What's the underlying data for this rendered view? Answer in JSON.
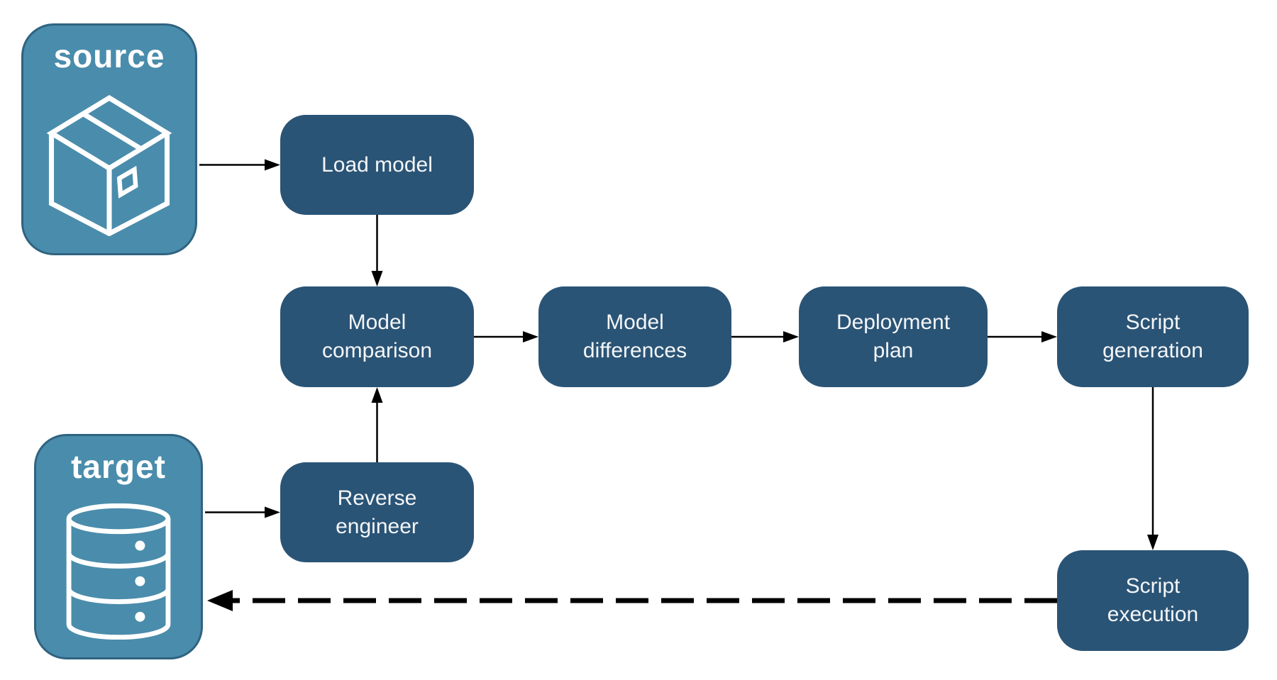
{
  "diagram": {
    "background": "#ffffff",
    "colors": {
      "container_fill": "#4A8CAB",
      "container_border": "#2F6380",
      "step_fill": "#2A5476",
      "label_text": "#ffffff",
      "arrow": "#000000"
    },
    "containers": [
      {
        "id": "source",
        "label": "source",
        "icon": "package-icon"
      },
      {
        "id": "target",
        "label": "target",
        "icon": "database-icon"
      }
    ],
    "steps": [
      {
        "id": "load-model",
        "label": "Load model"
      },
      {
        "id": "model-comparison",
        "label": "Model\ncomparison"
      },
      {
        "id": "model-differences",
        "label": "Model\ndifferences"
      },
      {
        "id": "deployment-plan",
        "label": "Deployment\nplan"
      },
      {
        "id": "script-generation",
        "label": "Script\ngeneration"
      },
      {
        "id": "reverse-engineer",
        "label": "Reverse\nengineer"
      },
      {
        "id": "script-execution",
        "label": "Script\nexecution"
      }
    ],
    "edges": [
      {
        "from": "source",
        "to": "load-model",
        "style": "solid"
      },
      {
        "from": "load-model",
        "to": "model-comparison",
        "style": "solid"
      },
      {
        "from": "model-comparison",
        "to": "model-differences",
        "style": "solid"
      },
      {
        "from": "model-differences",
        "to": "deployment-plan",
        "style": "solid"
      },
      {
        "from": "deployment-plan",
        "to": "script-generation",
        "style": "solid"
      },
      {
        "from": "target",
        "to": "reverse-engineer",
        "style": "solid"
      },
      {
        "from": "reverse-engineer",
        "to": "model-comparison",
        "style": "solid"
      },
      {
        "from": "script-generation",
        "to": "script-execution",
        "style": "solid"
      },
      {
        "from": "script-execution",
        "to": "target",
        "style": "dashed"
      }
    ]
  }
}
